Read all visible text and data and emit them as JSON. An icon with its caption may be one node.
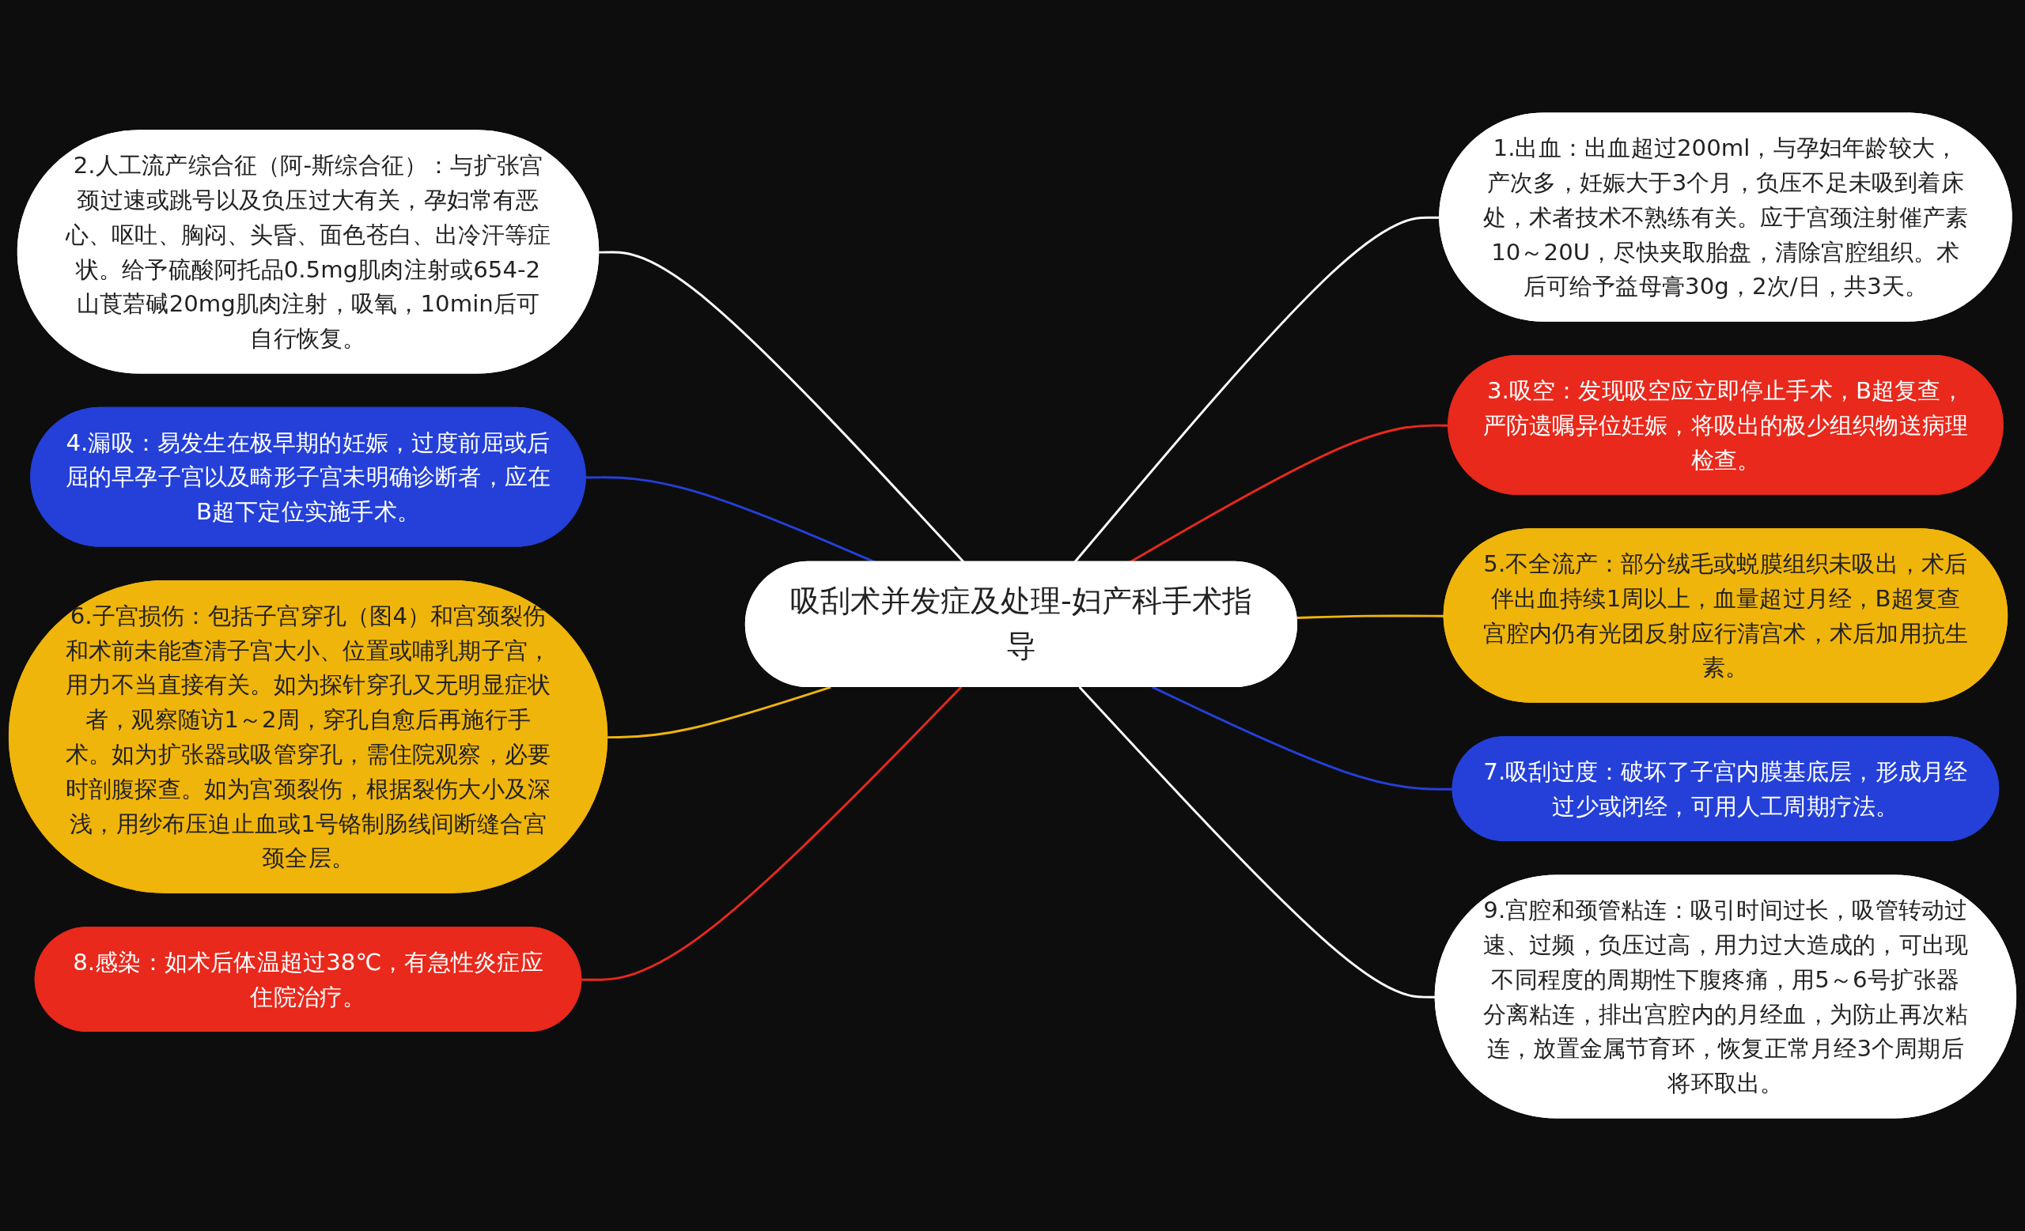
{
  "diagram": {
    "nodes": [
      {
        "text": [
          "吸刮术并发症及处理-妇产科手术指导"
        ]
      },
      {
        "text": [
          "1.出血：出血超过200ml，与孕妇年龄较大，产次多，妊娠大于3个月，负压不足未吸到着床处，术者技术不熟练有关。应于宫颈注射催产素10～20U，尽快夹取胎盘，清除宫腔组织。术后可给予益母膏30g，2次/日，共3天。"
        ]
      },
      {
        "text": [
          "2.人工流产综合征（阿-斯综合征）：与扩张宫颈过速或跳号以及负压过大有关，孕妇常有恶心、呕吐、胸闷、头昏、面色苍白、出冷汗等症状。给予硫酸阿托品0.5mg肌肉注射或654-2山莨菪碱20mg肌肉注射，吸氧，10min后可自行恢复。"
        ]
      },
      {
        "text": [
          "3.吸空：发现吸空应立即停止手术，B超复查，严防遗嘱异位妊娠，将吸出的极少组织物送病理检查。"
        ]
      },
      {
        "text": [
          "4.漏吸：易发生在极早期的妊娠，过度前屈或后屈的早孕子宫以及畸形子宫未明确诊断者，应在B超下定位实施手术。"
        ]
      },
      {
        "text": [
          "5.不全流产：部分绒毛或蜕膜组织未吸出，术后伴出血持续1周以上，血量超过月经，B超复查宫腔内仍有光团反射应行清宫术，术后加用抗生素。"
        ]
      },
      {
        "text": [
          "6.子宫损伤：包括子宫穿孔（图4）和宫颈裂伤和术前未能查清子宫大小、位置或哺乳期子宫，用力不当直接有关。如为探针穿孔又无明显症状者，观察随访1～2周，穿孔自愈后再施行手术。如为扩张器或吸管穿孔，需住院观察，必要时剖腹探查。如为宫颈裂伤，根据裂伤大小及深浅，用纱布压迫止血或1号铬制肠线间断缝合宫颈全层。"
        ]
      },
      {
        "text": [
          "7.吸刮过度：破坏了子宫内膜基底层，形成月经过少或闭经，可用人工周期疗法。"
        ]
      },
      {
        "text": [
          "8.感染：如术后体温超过38℃，有急性炎症应住院治疗。"
        ]
      },
      {
        "text": [
          "9.宫腔和颈管粘连：吸引时间过长，吸管转动过速、过频，负压过高，用力过大造成的，可出现不同程度的周期性下腹疼痛，用5～6号扩张器分离粘连，排出宫腔内的月经血，为防止再次粘连，放置金属节育环，恢复正常月经3个周期后将环取出。"
        ]
      }
    ],
    "edges": [
      {
        "from": 0,
        "to": 1,
        "arrow": "none"
      },
      {
        "from": 0,
        "to": 2,
        "arrow": "none"
      },
      {
        "from": 0,
        "to": 3,
        "arrow": "none",
        "color": "#e8291c"
      },
      {
        "from": 0,
        "to": 4,
        "arrow": "none",
        "color": "#2440d8"
      },
      {
        "from": 0,
        "to": 5,
        "arrow": "none",
        "color": "#f0b50b"
      },
      {
        "from": 0,
        "to": 6,
        "arrow": "none",
        "color": "#f0b50b"
      },
      {
        "from": 0,
        "to": 7,
        "arrow": "none",
        "color": "#2440d8"
      },
      {
        "from": 0,
        "to": 8,
        "arrow": "none",
        "color": "#e8291c"
      },
      {
        "from": 0,
        "to": 9,
        "arrow": "none"
      }
    ]
  }
}
